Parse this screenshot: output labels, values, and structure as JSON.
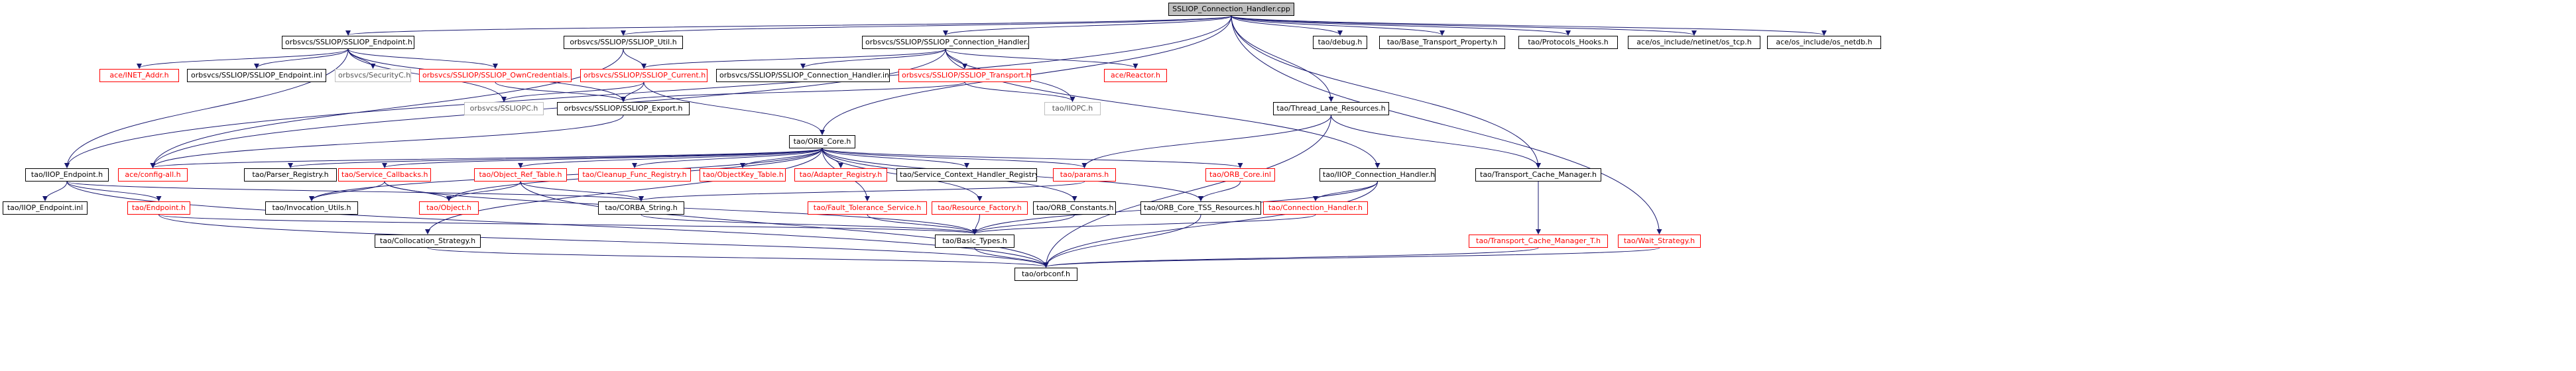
{
  "colors": {
    "edge": "#191970",
    "node_border": "#000000",
    "node_red": "#ff0000",
    "node_gray": "#bfbfbf",
    "root_fill": "#bfbfbf"
  },
  "nodes": {
    "root": "SSLIOP_Connection_Handler.cpp",
    "sslendpoint_h": "orbsvcs/SSLIOP/SSLIOP_Endpoint.h",
    "sslutil_h": "orbsvcs/SSLIOP/SSLIOP_Util.h",
    "sslconnh_h": "orbsvcs/SSLIOP/SSLIOP_Connection_Handler.h",
    "debug_h": "tao/debug.h",
    "btprop_h": "tao/Base_Transport_Property.h",
    "protohooks_h": "tao/Protocols_Hooks.h",
    "tcp_h": "ace/os_include/netinet/os_tcp.h",
    "netdb_h": "ace/os_include/os_netdb.h",
    "inetaddr_h": "ace/INET_Addr.h",
    "sslendpoint_inl": "orbsvcs/SSLIOP/SSLIOP_Endpoint.inl",
    "securityc_h": "orbsvcs/SecurityC.h",
    "owncred_h": "orbsvcs/SSLIOP/SSLIOP_OwnCredentials.h",
    "sslcurrent_h": "orbsvcs/SSLIOP/SSLIOP_Current.h",
    "sslconnh_inl": "orbsvcs/SSLIOP/SSLIOP_Connection_Handler.inl",
    "ssltransport_h": "orbsvcs/SSLIOP/SSLIOP_Transport.h",
    "reactor_h": "ace/Reactor.h",
    "ssliopc_h": "orbsvcs/SSLIOPC.h",
    "sslexport_h": "orbsvcs/SSLIOP/SSLIOP_Export.h",
    "iiopc_h": "tao/IIOPC.h",
    "tlr_h": "tao/Thread_Lane_Resources.h",
    "iiopendpoint_h": "tao/IIOP_Endpoint.h",
    "configall_h": "ace/config-all.h",
    "orbcore_h": "tao/ORB_Core.h",
    "parser_h": "tao/Parser_Registry.h",
    "svccb_h": "tao/Service_Callbacks.h",
    "objreftable_h": "tao/Object_Ref_Table.h",
    "cleanup_h": "tao/Cleanup_Func_Registry.h",
    "objkeytable_h": "tao/ObjectKey_Table.h",
    "adapter_h": "tao/Adapter_Registry.h",
    "svcctx_h": "tao/Service_Context_Handler_Registry.h",
    "params_h": "tao/params.h",
    "orbcore_inl": "tao/ORB_Core.inl",
    "iiopconnh_h": "tao/IIOP_Connection_Handler.h",
    "tcm_h": "tao/Transport_Cache_Manager.h",
    "iiopendpoint_inl": "tao/IIOP_Endpoint.inl",
    "endpoint_h": "tao/Endpoint.h",
    "invutils_h": "tao/Invocation_Utils.h",
    "object_h": "tao/Object.h",
    "corbastring_h": "tao/CORBA_String.h",
    "fts_h": "tao/Fault_Tolerance_Service.h",
    "resfactory_h": "tao/Resource_Factory.h",
    "orbconst_h": "tao/ORB_Constants.h",
    "tss_h": "tao/ORB_Core_TSS_Resources.h",
    "connh_h": "tao/Connection_Handler.h",
    "collocation_h": "tao/Collocation_Strategy.h",
    "basictypes_h": "tao/Basic_Types.h",
    "tcm_t_h": "tao/Transport_Cache_Manager_T.h",
    "waitstrategy_h": "tao/Wait_Strategy.h",
    "orbconf_h": "tao/orbconf.h"
  }
}
